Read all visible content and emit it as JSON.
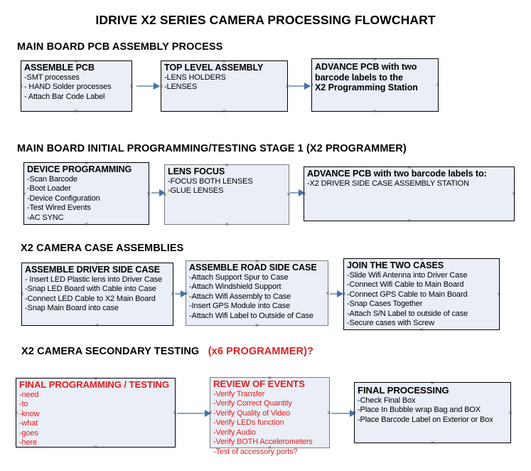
{
  "document": {
    "title": "IDRIVE X2  SERIES CAMERA PROCESSING FLOWCHART"
  },
  "colors": {
    "box_fill": "#e9eef7",
    "box_border": "#000000",
    "box_border_gray": "#7c7c7c",
    "arrow": "#8ba6c2",
    "arrow_head": "#4472a8",
    "accent_red": "#e02020",
    "text": "#000000",
    "page_background": "#ffffff"
  },
  "sections": [
    {
      "id": "main-board-pcb-assembly-process",
      "heading": "MAIN BOARD PCB ASSEMBLY PROCESS",
      "heading_suffix": "",
      "boxes": [
        {
          "id": "assemble-pcb",
          "title": "ASSEMBLE PCB",
          "lines": [
            "-SMT processes",
            "- HAND Solder processes",
            "- Attach Bar Code Label"
          ]
        },
        {
          "id": "top-level-assembly",
          "title": "TOP LEVEL ASSEMBLY",
          "lines": [
            "-LENS HOLDERS",
            "-LENSES"
          ]
        },
        {
          "id": "advance-pcb-to-x2-programming-station",
          "title": "ADVANCE PCB with two",
          "lines": [
            "barcode labels to the",
            " X2 Programming Station"
          ]
        }
      ]
    },
    {
      "id": "main-board-initial-programming-testing-stage-1",
      "heading": "MAIN BOARD INITIAL PROGRAMMING/TESTING STAGE 1 (X2 PROGRAMMER)",
      "heading_suffix": "",
      "boxes": [
        {
          "id": "device-programming",
          "title": "DEVICE PROGRAMMING",
          "lines": [
            "-Scan Barcode",
            "-Boot Loader",
            "-Device Configuration",
            "-Test Wired Events",
            "-AC SYNC"
          ]
        },
        {
          "id": "lens-focus",
          "title": "LENS FOCUS",
          "lines": [
            "-FOCUS BOTH LENSES",
            "-GLUE LENSES"
          ]
        },
        {
          "id": "advance-pcb-to-driver-side-case-assembly",
          "title": "ADVANCE PCB with two barcode labels to:",
          "lines": [
            "-X2 DRIVER  SIDE  CASE  ASSEMBLY STATION"
          ]
        }
      ]
    },
    {
      "id": "x2-camera-case-assemblies",
      "heading": "X2 CAMERA CASE ASSEMBLIES",
      "heading_suffix": "",
      "boxes": [
        {
          "id": "assemble-driver-side-case",
          "title": "ASSEMBLE DRIVER SIDE CASE",
          "lines": [
            "- Insert LED Plastic lens into Driver Case",
            "-Snap LED Board with Cable into Case",
            "-Connect LED Cable to X2 Main Board",
            "-Snap Main Board into case"
          ]
        },
        {
          "id": "assemble-road-side-case",
          "title": "ASSEMBLE ROAD SIDE CASE",
          "lines": [
            "-Attach Support Spur to Case",
            "-Attach Windshield Support",
            "-Attach Wifi Assembly to Case",
            "-Insert GPS Module into Case",
            "-Attach Wifi Label to Outside of Case"
          ]
        },
        {
          "id": "join-the-two-cases",
          "title": "JOIN THE TWO CASES",
          "lines": [
            "-Slide Wifi Antenna into Driver Case",
            "-Connect Wifi Cable to Main Board",
            "-Connect GPS Cable to Main Board",
            "-Snap Cases Together",
            "-Attach S/N Label to outside of case",
            "-Secure cases with Screw"
          ]
        }
      ]
    },
    {
      "id": "x2-camera-secondary-testing",
      "heading": "X2 CAMERA SECONDARY TESTING",
      "heading_suffix": "(x6 PROGRAMMER)?",
      "boxes": [
        {
          "id": "final-programming-testing",
          "title": "FINAL PROGRAMMING / TESTING",
          "lines": [
            "-need",
            "-to",
            "-know",
            "-what",
            "-goes",
            "-here"
          ]
        },
        {
          "id": "review-of-events",
          "title": "REVIEW OF EVENTS",
          "lines": [
            "-Verify Transfer",
            "-Verify Correct Quantity",
            "-Verify Quality of Video",
            "-Verify LEDs function",
            "-Verify Audio",
            "-Verify BOTH Accelerometers",
            "-Test of accessory ports?"
          ]
        },
        {
          "id": "final-processing",
          "title": "FINAL PROCESSING",
          "lines": [
            " -Check Final Box",
            "-Place In Bubble wrap Bag and BOX",
            "-Place Barcode Label on Exterior or Box"
          ]
        }
      ]
    }
  ]
}
